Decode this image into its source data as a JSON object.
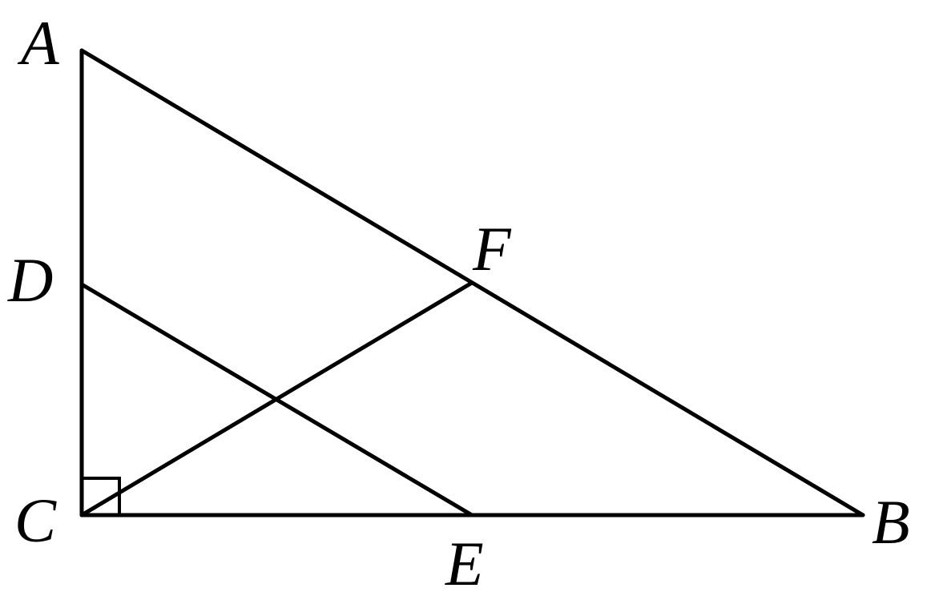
{
  "labels": {
    "A": "A",
    "B": "B",
    "C": "C",
    "D": "D",
    "E": "E",
    "F": "F"
  },
  "segments": [
    {
      "name": "segment-ca",
      "from": "C",
      "to": "A"
    },
    {
      "name": "segment-cb",
      "from": "C",
      "to": "B"
    },
    {
      "name": "segment-ab",
      "from": "A",
      "to": "B"
    },
    {
      "name": "segment-de",
      "from": "D",
      "to": "E"
    },
    {
      "name": "segment-cf",
      "from": "C",
      "to": "F"
    }
  ],
  "right_angle_at": "C"
}
